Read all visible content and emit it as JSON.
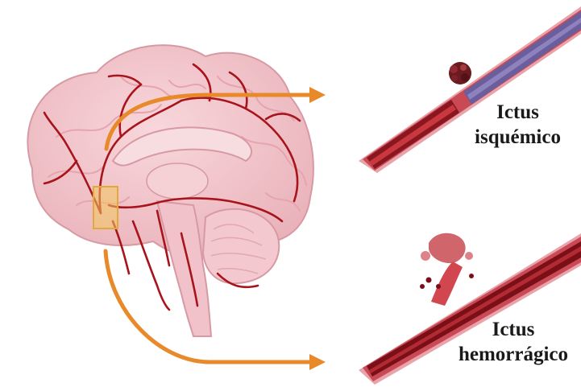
{
  "labels": {
    "ischemic": {
      "line1": "Ictus",
      "line2": "isquémico"
    },
    "hemorrhagic": {
      "line1": "Ictus",
      "line2": "hemorrágico"
    }
  },
  "colors": {
    "brain": "#f4c7cd",
    "brain_outline": "#d79aa4",
    "artery": "#a8141b",
    "arrow": "#e8892a",
    "highlight": "#f2c75c",
    "vessel_outer": "#c94a55",
    "vessel_inner": "#7a0f17",
    "vessel_blocked": "#6b5e9c",
    "clot": "#6b1a1f",
    "blood_spill": "#c84a52"
  },
  "icons": [
    "brain-illustration",
    "arrow-icon",
    "blocked-vessel-icon",
    "ruptured-vessel-icon"
  ]
}
